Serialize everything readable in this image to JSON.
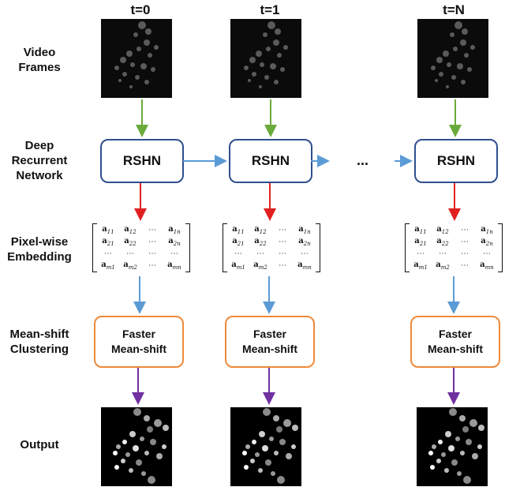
{
  "row_labels": {
    "video_frames": "Video\nFrames",
    "deep_recurrent_network": "Deep\nRecurrent\nNetwork",
    "pixel_wise_embedding": "Pixel-wise\nEmbedding",
    "mean_shift_clustering": "Mean-shift\nClustering",
    "output": "Output"
  },
  "columns": [
    {
      "title": "t=0"
    },
    {
      "title": "t=1"
    },
    {
      "title": "t=N"
    }
  ],
  "rshn_label": "RSHN",
  "mean_shift": {
    "line1": "Faster",
    "line2": "Mean-shift"
  },
  "ellipsis": "...",
  "matrix": {
    "r1": [
      "a",
      "11",
      "a",
      "12",
      "⋯",
      "a",
      "1n"
    ],
    "r2": [
      "a",
      "21",
      "a",
      "22",
      "⋯",
      "a",
      "2n"
    ],
    "r3": [
      "⋯",
      "⋯",
      "⋯",
      "⋯"
    ],
    "r4": [
      "a",
      "m1",
      "a",
      "m2",
      "⋯",
      "a",
      "mn"
    ]
  },
  "colors": {
    "green_arrow": "#6aaa3a",
    "red_arrow": "#e02020",
    "blue_arrow": "#5b9bd5",
    "purple_arrow": "#7030a0",
    "rshn_border": "#2f4f8f",
    "mean_shift_border": "#ee8a3a"
  }
}
